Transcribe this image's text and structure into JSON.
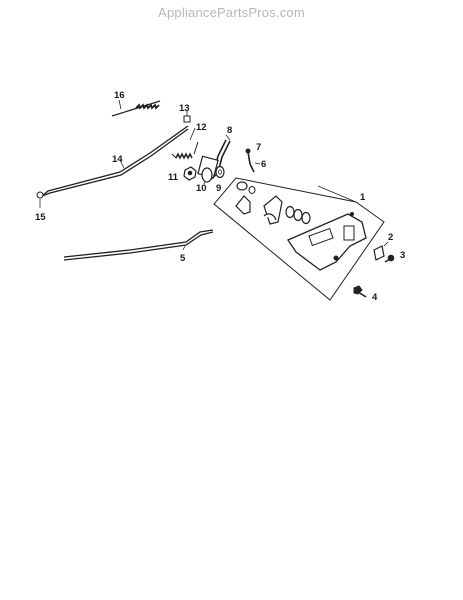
{
  "watermark": "AppliancePartsPros.com",
  "callouts": {
    "p1": "1",
    "p2": "2",
    "p3": "3",
    "p4": "4",
    "p5": "5",
    "p6": "6",
    "p7": "7",
    "p8": "8",
    "p9": "9",
    "p10": "10",
    "p11": "11",
    "p12": "12",
    "p13": "13",
    "p14": "14",
    "p15": "15",
    "p16": "16"
  }
}
